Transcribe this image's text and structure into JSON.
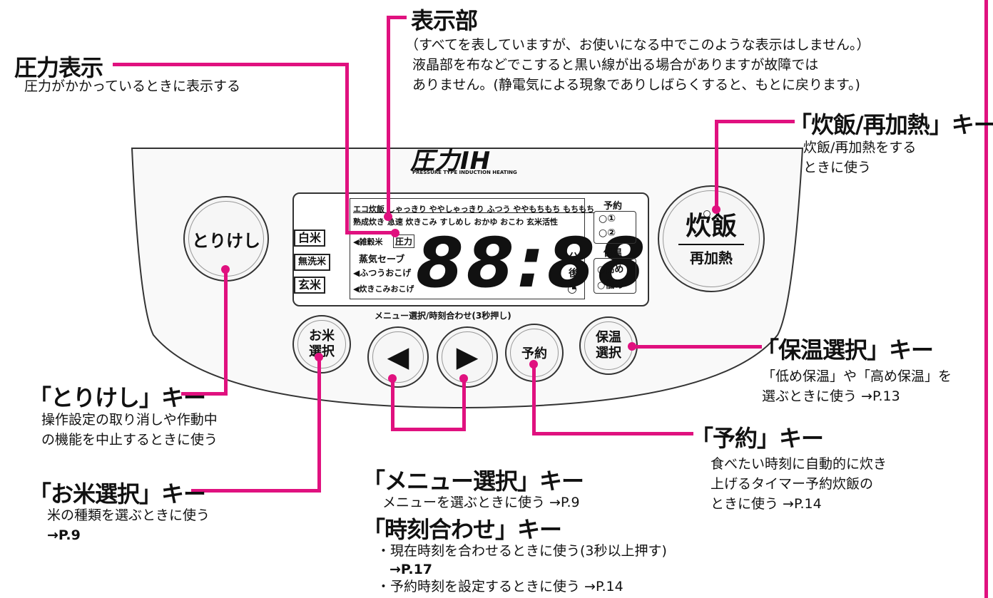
{
  "display_section": {
    "title": "表示部",
    "desc1": "（すべてを表していますが、お使いになる中でこのような表示はしません。）",
    "desc2": "液晶部を布などでこすると黒い線が出る場合がありますが故障では",
    "desc3": "ありません。(静電気による現象でありしばらくすると、もとに戻ります。)"
  },
  "pressure_indicator": {
    "title": "圧力表示",
    "desc": "圧力がかかっているときに表示する"
  },
  "cook_key": {
    "title": "「炊飯/再加熱」キー",
    "desc1": "炊飯/再加熱をする",
    "desc2": "ときに使う"
  },
  "keep_warm_key": {
    "title": "「保温選択」キー",
    "desc1": "「低め保温」や「高め保温」を",
    "desc2": "選ぶときに使う →P.13"
  },
  "cancel_key": {
    "title": "「とりけし」キー",
    "desc1": "操作設定の取り消しや作動中",
    "desc2": "の機能を中止するときに使う"
  },
  "rice_key": {
    "title": "「お米選択」キー",
    "desc1": "米の種類を選ぶときに使う",
    "desc2": "→P.9"
  },
  "timer_key": {
    "title": "「予約」キー",
    "desc1": "食べたい時刻に自動的に炊き",
    "desc2": "上げるタイマー予約炊飯の",
    "desc3": "ときに使う →P.14"
  },
  "menu_key": {
    "title": "「メニュー選択」キー",
    "desc": "メニューを選ぶときに使う →P.9"
  },
  "clock_key": {
    "title": "「時刻合わせ」キー",
    "bullet1": "・現在時刻を合わせるときに使う(3秒以上押す)",
    "bullet1b": "→P.17",
    "bullet2": "・予約時刻を設定するときに使う →P.14"
  },
  "panel": {
    "logo": "圧力IH",
    "logo_sub": "PRESSURE TYPE INDUCTION HEATING",
    "cancel_label": "とりけし",
    "rice_label_1": "お米",
    "rice_label_2": "選択",
    "timer_label": "予約",
    "warm_label_1": "保温",
    "warm_label_2": "選択",
    "cook_label": "炊飯",
    "reheat_label": "再加熱",
    "arrow_caption": "メニュー選択/時刻合わせ(3秒押し)",
    "left_arrow": "◀",
    "right_arrow": "▶"
  },
  "lcd": {
    "rice_types": [
      "白米",
      "無洗米",
      "玄米"
    ],
    "row1": "エコ炊飯 しゃっきり ややしゃっきり ふつう ややもちもち もちもち",
    "row2": "熟成炊き 急速 炊きこみ すしめし おかゆ おこわ 玄米活性",
    "pressure": "圧力",
    "jukusei": "◀雑穀米",
    "steam": "蒸気セーブ",
    "futsu_okoge": "◀ふつうおこげ",
    "takikomi_okoge": "◀炊きこみおこげ",
    "digits": "88:88",
    "fun": "分",
    "go": "後",
    "yoyaku": "予約",
    "y1": "○①",
    "y2": "○②",
    "hoon": "保温",
    "takame": "○高め",
    "hikume": "○低め"
  },
  "colors": {
    "accent": "#e0117f"
  }
}
